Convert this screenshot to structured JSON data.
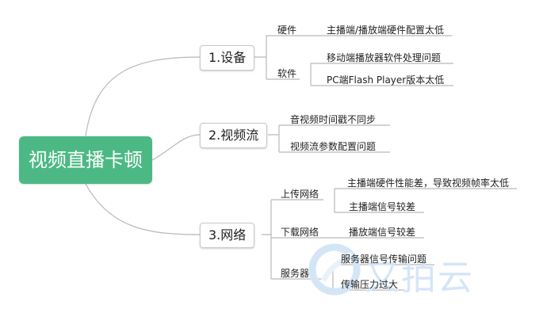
{
  "root": {
    "label": "视频直播卡顿"
  },
  "branches": [
    {
      "label": "1.设备",
      "subs": [
        {
          "label": "硬件",
          "leaves": [
            "主播端/播放端硬件配置太低"
          ]
        },
        {
          "label": "软件",
          "leaves": [
            "移动端播放器软件处理问题",
            "PC端Flash Player版本太低"
          ]
        }
      ]
    },
    {
      "label": "2.视频流",
      "subs": [],
      "leaves": [
        "音视频时间戳不同步",
        "视频流参数配置问题"
      ]
    },
    {
      "label": "3.网络",
      "subs": [
        {
          "label": "上传网络",
          "leaves": [
            "主播端硬件性能差，导致视频帧率太低",
            "主播端信号较差"
          ]
        },
        {
          "label": "下载网络",
          "leaves": [
            "播放端信号较差"
          ]
        },
        {
          "label": "服务器",
          "leaves": [
            "服务器信号传输问题",
            "传输压力过大"
          ]
        }
      ]
    }
  ],
  "watermark": {
    "text": "又拍云"
  },
  "colors": {
    "root_fill": "#4cb985",
    "line": "#b9b9b9",
    "watermark": "#d4e6f6"
  }
}
